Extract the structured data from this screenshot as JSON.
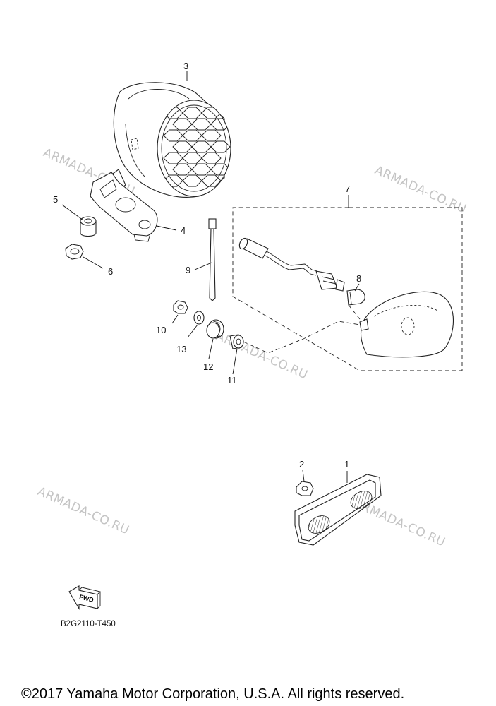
{
  "diagram_code": "B2G2110-T450",
  "copyright": "©2017 Yamaha Motor Corporation, U.S.A. All rights reserved.",
  "watermark": "ARMADA-CO.RU",
  "fwd_label": "FWD",
  "callouts": {
    "c1": "1",
    "c2": "2",
    "c3": "3",
    "c4": "4",
    "c5": "5",
    "c6": "6",
    "c7": "7",
    "c8": "8",
    "c9": "9",
    "c10": "10",
    "c11": "11",
    "c12": "12",
    "c13": "13"
  }
}
